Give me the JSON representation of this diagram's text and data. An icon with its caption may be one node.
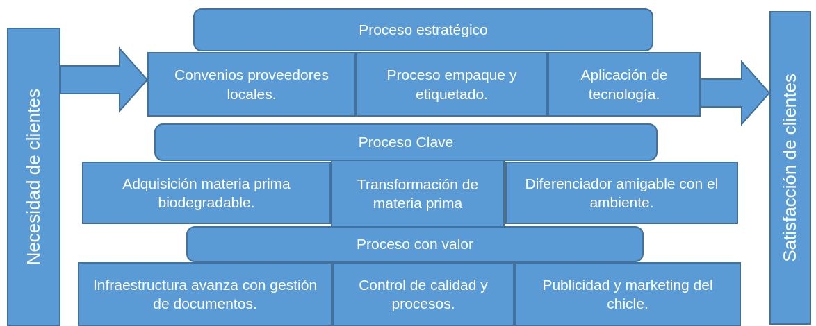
{
  "diagram": {
    "nodes": [
      {
        "text": [
          "Necesidad de clientes"
        ]
      },
      {
        "text": [
          "Proceso estratégico"
        ]
      },
      {
        "text": [
          "Convenios proveedores locales."
        ]
      },
      {
        "text": [
          "Proceso empaque y etiquetado."
        ]
      },
      {
        "text": [
          "Aplicación de tecnología."
        ]
      },
      {
        "text": [
          "Proceso Clave"
        ]
      },
      {
        "text": [
          "Adquisición materia prima biodegradable."
        ]
      },
      {
        "text": [
          "Transformación de materia prima"
        ]
      },
      {
        "text": [
          "Diferenciador amigable con el ambiente."
        ]
      },
      {
        "text": [
          "Proceso con valor"
        ]
      },
      {
        "text": [
          "Infraestructura avanza con gestión de documentos."
        ]
      },
      {
        "text": [
          "Control de calidad y procesos."
        ]
      },
      {
        "text": [
          "Publicidad y marketing del chicle."
        ]
      },
      {
        "text": [
          "Satisfacción de clientes"
        ]
      }
    ],
    "edges": [
      {
        "from": 0,
        "to": 2,
        "arrow": "to",
        "style": "thick"
      },
      {
        "from": 4,
        "to": 13,
        "arrow": "to",
        "style": "thick"
      }
    ]
  }
}
